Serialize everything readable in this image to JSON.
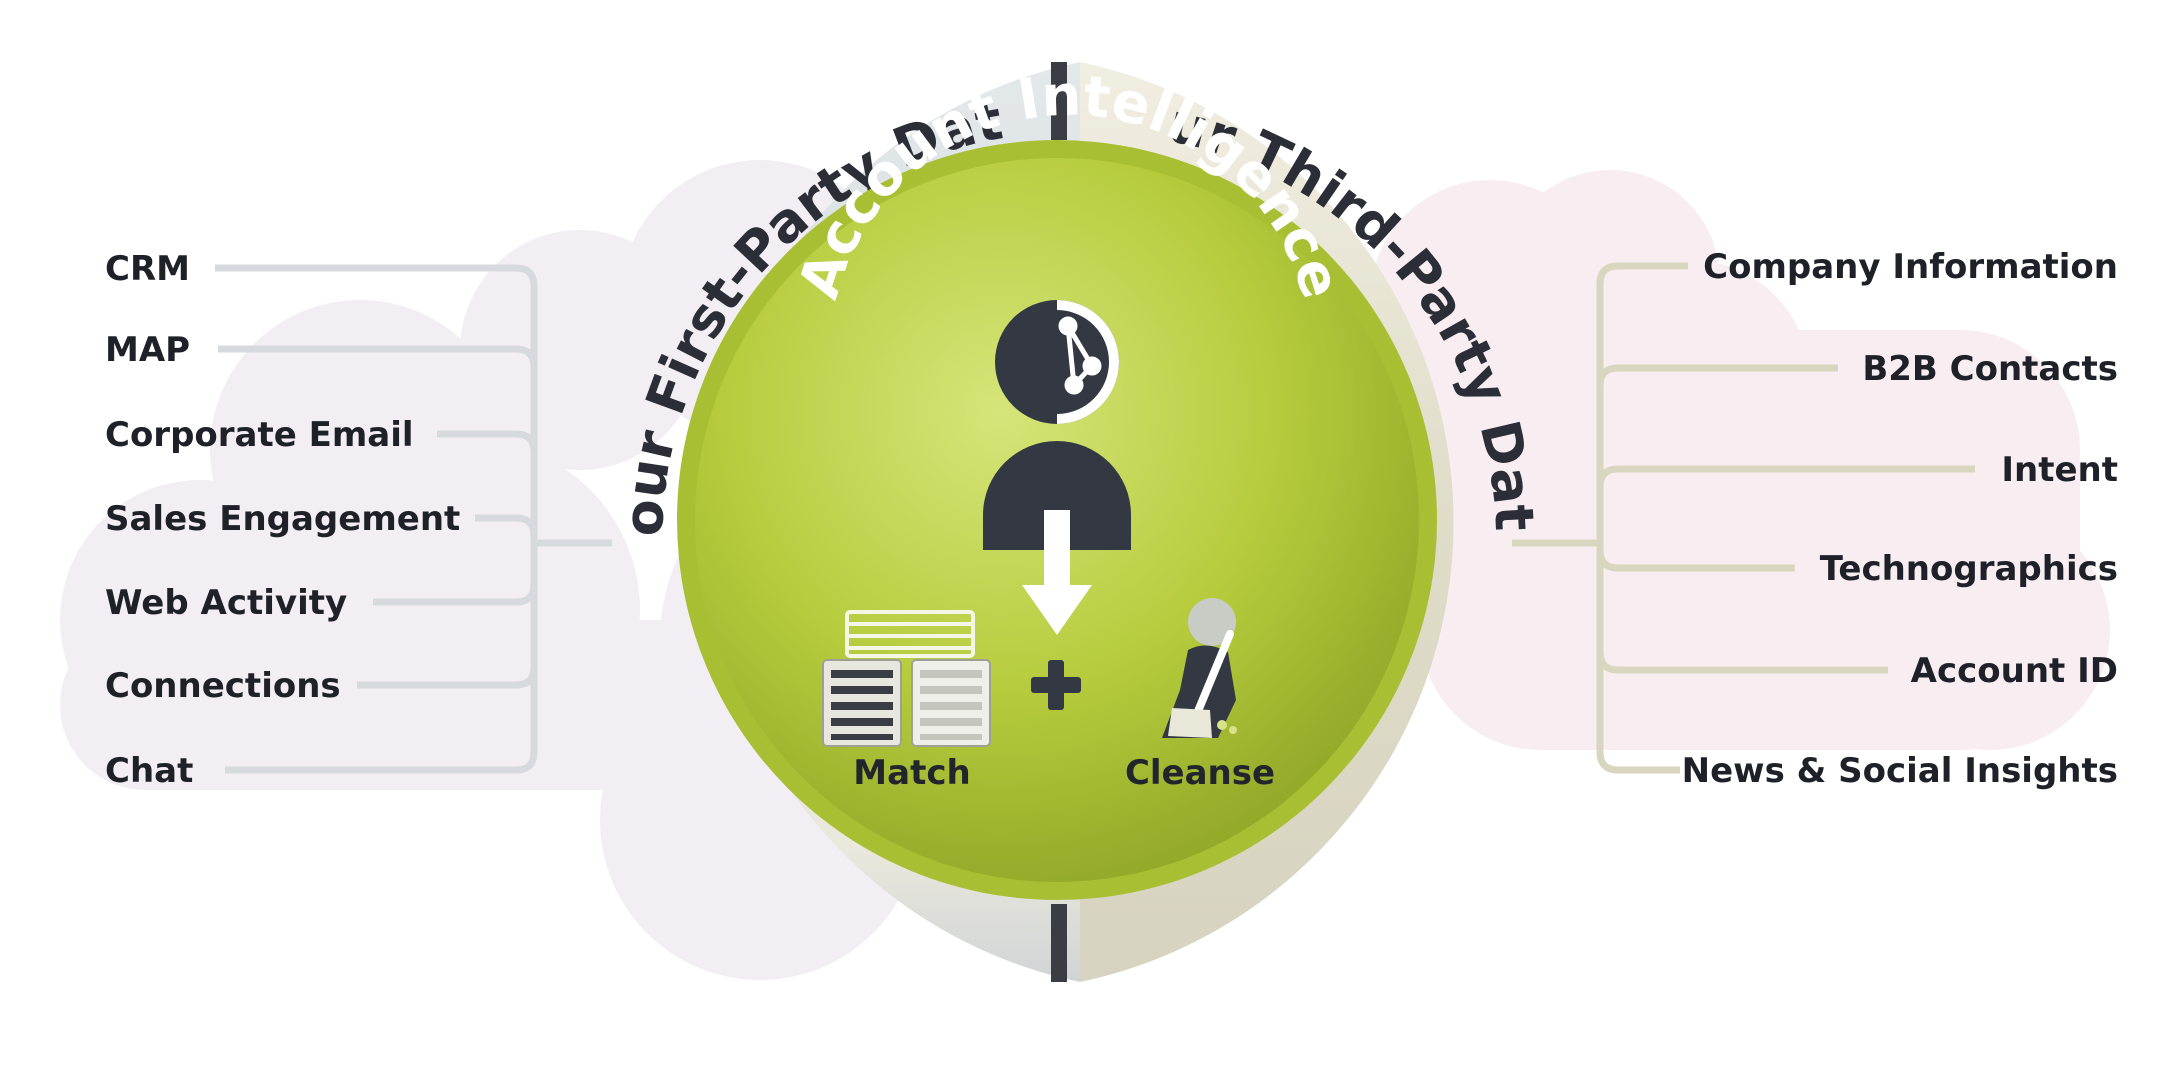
{
  "diagram": {
    "center_title": "Account Intelligence",
    "left_arc_title": "Your First-Party Data",
    "right_arc_title": "Our Third-Party Data",
    "left_items": [
      "CRM",
      "MAP",
      "Corporate Email",
      "Sales Engagement",
      "Web Activity",
      "Connections",
      "Chat"
    ],
    "right_items": [
      "Company Information",
      "B2B Contacts",
      "Intent",
      "Technographics",
      "Account ID",
      "News & Social Insights"
    ],
    "steps": {
      "match_label": "Match",
      "plus_symbol": "+",
      "cleanse_label": "Cleanse"
    },
    "colors": {
      "accent_green": "#b5cc3c",
      "dark_slate": "#343843",
      "left_cloud": "#f3eef4",
      "right_cloud": "#f8eef2",
      "left_connector": "#d6d9de",
      "right_connector": "#d9d6bf"
    },
    "icons": [
      "person-network-icon",
      "down-arrow-icon",
      "database-stack-icon",
      "plus-icon",
      "cleanse-broom-icon"
    ]
  }
}
